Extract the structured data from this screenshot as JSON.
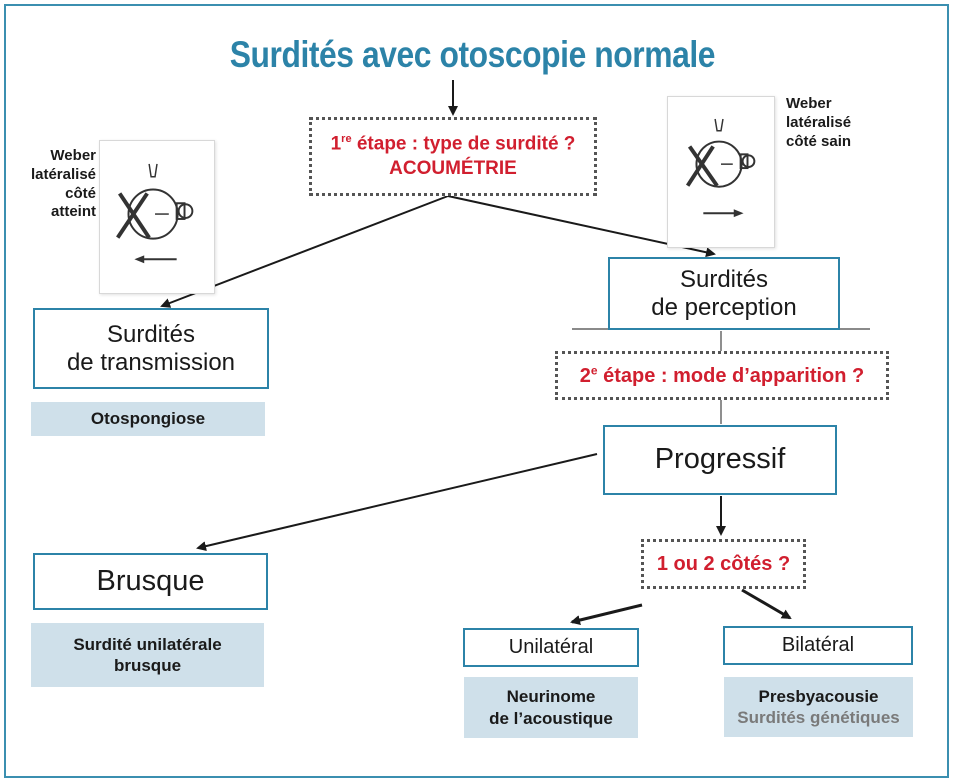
{
  "title": "Surdités avec otoscopie normale",
  "step1": {
    "line1_num": "1",
    "line1_sup": "re",
    "line1_rest": " étape : type de surdité ?",
    "line2": "ACOUMÉTRIE"
  },
  "weber_left": {
    "lines": [
      "Weber",
      "latéralisé",
      "côté",
      "atteint"
    ]
  },
  "weber_right": {
    "lines": [
      "Weber",
      "latéralisé",
      "côté sain"
    ]
  },
  "transmission": {
    "line1": "Surdités",
    "line2": "de transmission"
  },
  "transmission_tag": "Otospongiose",
  "perception": {
    "line1": "Surdités",
    "line2": "de perception"
  },
  "step2": {
    "num": "2",
    "sup": "e",
    "rest": " étape : mode d’apparition ?"
  },
  "progressif": "Progressif",
  "brusque": "Brusque",
  "brusque_tag": {
    "line1": "Surdité unilatérale",
    "line2": "brusque"
  },
  "sides_question": "1 ou 2 côtés ?",
  "unilateral": "Unilatéral",
  "unilateral_tag": {
    "line1": "Neurinome",
    "line2": "de l’acoustique"
  },
  "bilateral": "Bilatéral",
  "bilateral_tag": {
    "line1": "Presbyacousie",
    "line2": "Surdités génétiques"
  },
  "colors": {
    "frame": "#3b8fb0",
    "title": "#2c83a8",
    "question": "#d11f2f",
    "tag_bg": "#cfe0ea",
    "muted": "#7a7a7a"
  }
}
